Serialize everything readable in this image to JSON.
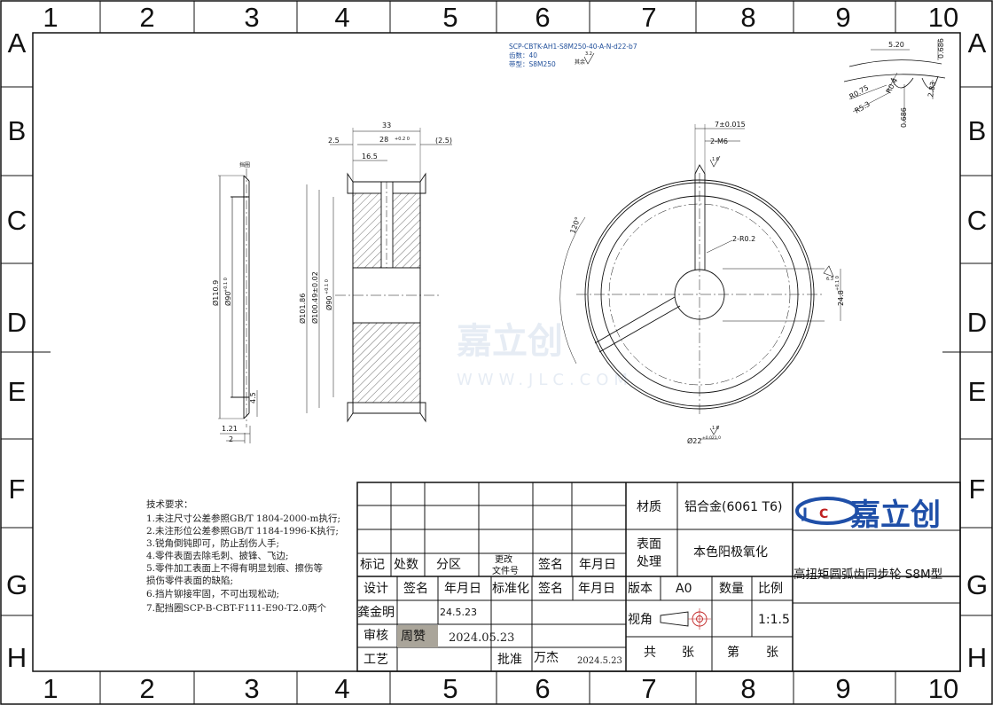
{
  "border": {
    "columns": [
      "1",
      "2",
      "3",
      "4",
      "5",
      "6",
      "7",
      "8",
      "9",
      "10"
    ],
    "rows": [
      "A",
      "B",
      "C",
      "D",
      "E",
      "F",
      "G",
      "H"
    ]
  },
  "part_info": {
    "code": "SCP-CBTK-AH1-S8M250-40-A-N-d22-b7",
    "teeth": "齿数：40",
    "belt": "带型：S8M250",
    "rest_label": "其余",
    "rest_roughness": "3.2"
  },
  "views": {
    "retaining_ring": {
      "label": "挡圈",
      "dims": {
        "od": "Ø110.9",
        "id": "Ø90",
        "id_tol": "+0.1 0",
        "thickness": "2",
        "chamfer": "1.21",
        "height": "4.5"
      }
    },
    "section": {
      "dims": {
        "total_width": "33",
        "flange_left": "2.5",
        "tooth_width": "28",
        "tooth_tol": "+0.2 0",
        "flange_right": "(2.5)",
        "hub": "16.5",
        "od": "Ø101.86",
        "pitch": "Ø100.49±0.02",
        "bore": "Ø90",
        "bore_tol": "+0.1 0"
      }
    },
    "front": {
      "dims": {
        "set_screw_width": "7±0.015",
        "set_screw": "2-M6",
        "roughness_top": "1.6",
        "angle": "120°",
        "radius": "2-R0.2",
        "keyway_depth": "24.8",
        "keyway_tol": "+0.1 0",
        "roughness_key": "6.3",
        "bore_dia": "Ø22",
        "bore_tol": "+0.021 0",
        "roughness_bore": "1.6"
      }
    },
    "tooth_detail": {
      "dims": {
        "pitch": "5.20",
        "h1": "0.686",
        "r1": "R0.75",
        "r2": "R0.4",
        "r3": "R5.3",
        "depth": "2.83",
        "h2": "0.686"
      }
    }
  },
  "tech_requirements": {
    "title": "技术要求：",
    "items": [
      "1.未注尺寸公差参照GB/T 1804-2000-m执行;",
      "2.未注形位公差参照GB/T 1184-1996-K执行;",
      "3.锐角倒钝即可，防止刮伤人手;",
      "4.零件表面去除毛刺、披锋、飞边;",
      "5.零件加工表面上不得有明显划痕、擦伤等",
      "损伤零件表面的缺陷;",
      "6.挡片铆接牢固，不可出现松动;",
      "7.配挡圈SCP-B-CBT-F111-E90-T2.0两个"
    ]
  },
  "title_block": {
    "rev_headers": [
      "标记",
      "处数",
      "分区",
      "更改",
      "文件号",
      "签名",
      "年月日"
    ],
    "design_headers": [
      "设计",
      "签名",
      "年月日",
      "标准化",
      "签名",
      "年月日"
    ],
    "designer": "龚金明",
    "design_date": "24.5.23",
    "review_label": "审核",
    "reviewer_sig": "周赞",
    "review_date": "2024.05.23",
    "process_label": "工艺",
    "approve_label": "批准",
    "approver_sig": "万杰",
    "approve_date": "2024.5.23",
    "material_label": "材质",
    "material": "铝合金(6061 T6)",
    "surface_label_1": "表面",
    "surface_label_2": "处理",
    "surface": "本色阳极氧化",
    "version_label": "版本",
    "version": "A0",
    "qty_label": "数量",
    "scale_label": "比例",
    "view_label": "视角",
    "scale": "1:1.5",
    "total_label": "共",
    "sheets_label": "张",
    "page_label": "第",
    "sheet_label": "张",
    "company": "嘉立创",
    "part_name": "高扭矩圆弧齿同步轮 S8M型"
  },
  "watermark": {
    "text": "嘉立创",
    "url": "WWW.JLC.COM"
  }
}
